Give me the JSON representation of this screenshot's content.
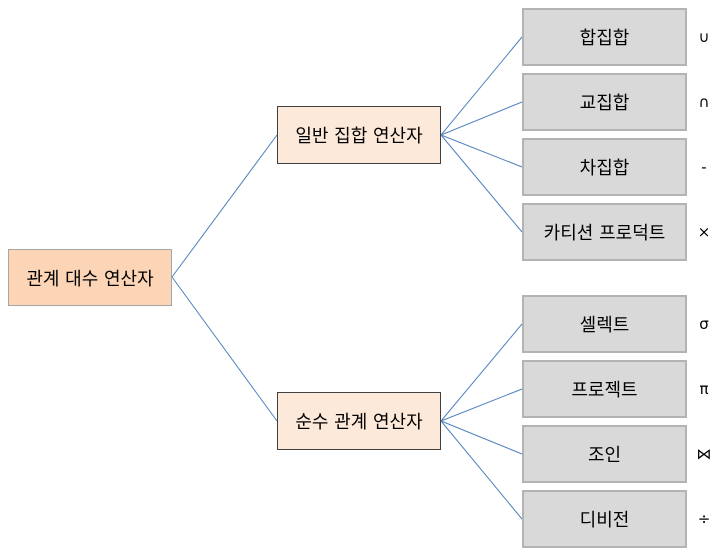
{
  "root": {
    "label": "관계 대수 연산자"
  },
  "groups": [
    {
      "label": "일반 집합 연산자",
      "items": [
        {
          "label": "합집합",
          "symbol": "∪"
        },
        {
          "label": "교집합",
          "symbol": "∩"
        },
        {
          "label": "차집합",
          "symbol": "-"
        },
        {
          "label": "카티션 프로덕트",
          "symbol": "×"
        }
      ]
    },
    {
      "label": "순수 관계 연산자",
      "items": [
        {
          "label": "셀렉트",
          "symbol": "σ"
        },
        {
          "label": "프로젝트",
          "symbol": "π"
        },
        {
          "label": "조인",
          "symbol": "⋈"
        },
        {
          "label": "디비전",
          "symbol": "÷"
        }
      ]
    }
  ],
  "colors": {
    "root_fill": "#fbd5b5",
    "group_fill": "#fde9d9",
    "leaf_fill": "#d9d9d9",
    "connector": "#4f81bd"
  }
}
